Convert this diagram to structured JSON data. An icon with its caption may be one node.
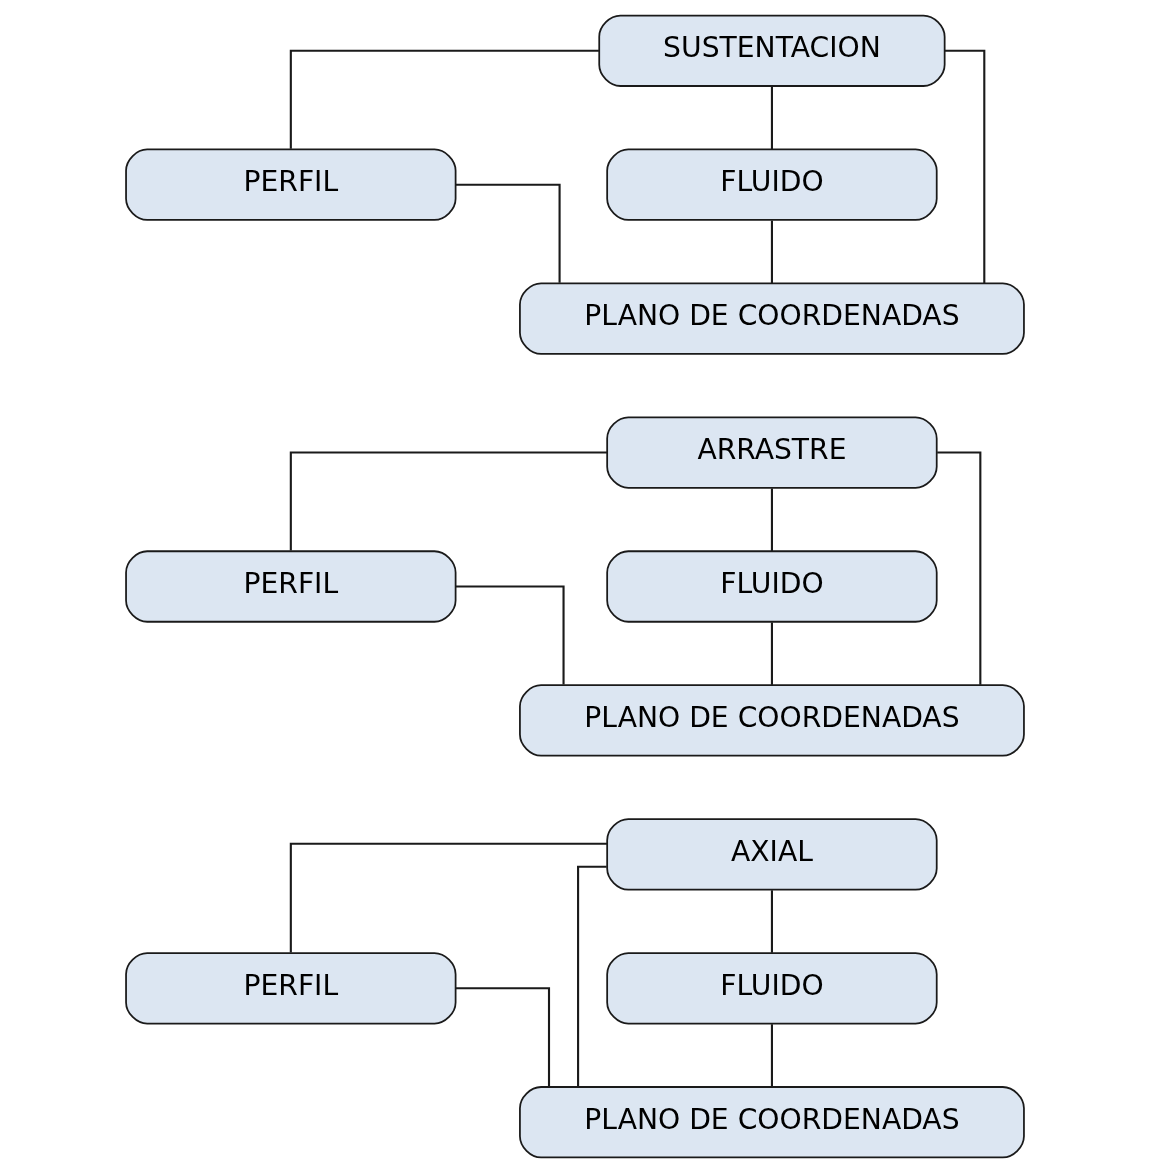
{
  "diagram": {
    "nodes": [
      {
        "text": [
          "SUSTENTACION"
        ]
      },
      {
        "text": [
          "PERFIL"
        ]
      },
      {
        "text": [
          "FLUIDO"
        ]
      },
      {
        "text": [
          "PLANO DE COORDENADAS"
        ]
      },
      {
        "text": [
          "ARRASTRE"
        ]
      },
      {
        "text": [
          "PERFIL"
        ]
      },
      {
        "text": [
          "FLUIDO"
        ]
      },
      {
        "text": [
          "PLANO DE COORDENADAS"
        ]
      },
      {
        "text": [
          "AXIAL"
        ]
      },
      {
        "text": [
          "PERFIL"
        ]
      },
      {
        "text": [
          "FLUIDO"
        ]
      },
      {
        "text": [
          "PLANO DE COORDENADAS"
        ]
      }
    ],
    "edges": [
      {
        "from": 0,
        "to": 1,
        "arrow": "none"
      },
      {
        "from": 0,
        "to": 2,
        "arrow": "none"
      },
      {
        "from": 0,
        "to": 3,
        "arrow": "none"
      },
      {
        "from": 1,
        "to": 3,
        "arrow": "none"
      },
      {
        "from": 2,
        "to": 3,
        "arrow": "none"
      },
      {
        "from": 4,
        "to": 5,
        "arrow": "none"
      },
      {
        "from": 4,
        "to": 6,
        "arrow": "none"
      },
      {
        "from": 4,
        "to": 7,
        "arrow": "none"
      },
      {
        "from": 5,
        "to": 7,
        "arrow": "none"
      },
      {
        "from": 6,
        "to": 7,
        "arrow": "none"
      },
      {
        "from": 8,
        "to": 9,
        "arrow": "none"
      },
      {
        "from": 8,
        "to": 10,
        "arrow": "none"
      },
      {
        "from": 8,
        "to": 11,
        "arrow": "none"
      },
      {
        "from": 9,
        "to": 11,
        "arrow": "none"
      },
      {
        "from": 10,
        "to": 11,
        "arrow": "none"
      }
    ]
  }
}
